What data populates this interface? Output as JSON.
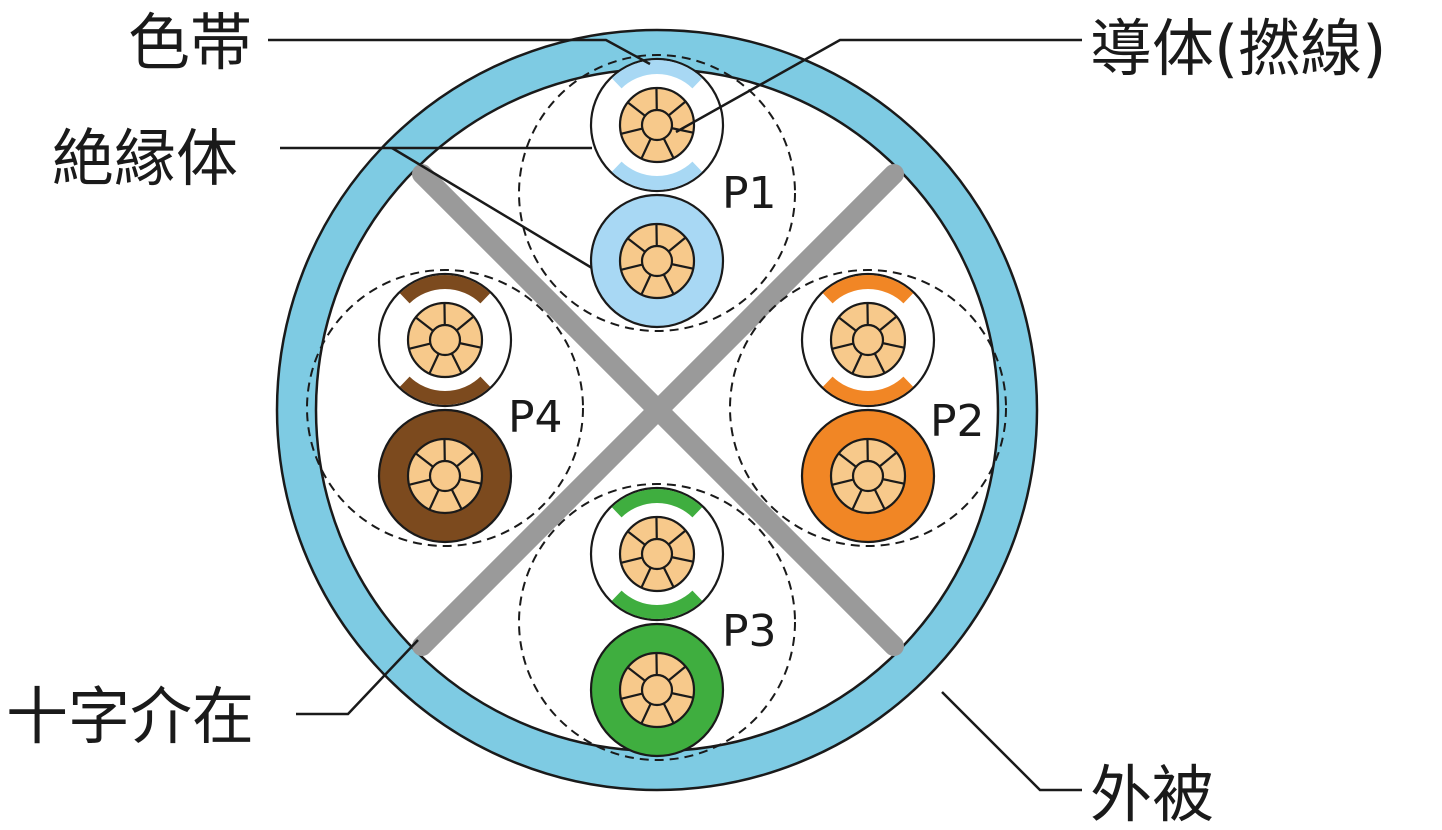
{
  "labels": {
    "color_band": "色帯",
    "insulation": "絶縁体",
    "conductor": "導体(撚線)",
    "cross_filler": "十字介在",
    "jacket": "外被"
  },
  "pairs": [
    {
      "label": "P1",
      "color": "#a8d8f4"
    },
    {
      "label": "P2",
      "color": "#f18625"
    },
    {
      "label": "P3",
      "color": "#3fae3f"
    },
    {
      "label": "P4",
      "color": "#7c4a1e"
    }
  ],
  "colors": {
    "jacket": "#7ecbe3",
    "cross_filler": "#9a9a9a",
    "conductor": "#f7c98b",
    "insulation_white": "#ffffff",
    "outline": "#1a1a1a"
  }
}
